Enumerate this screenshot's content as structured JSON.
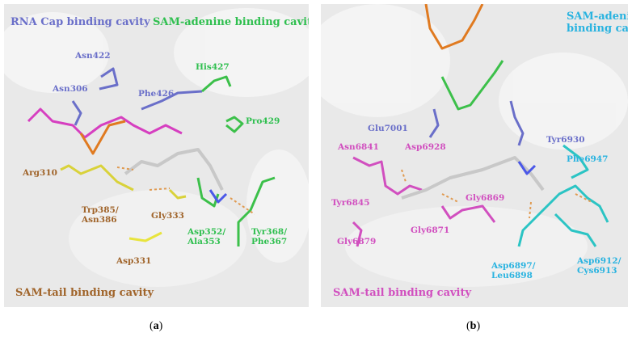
{
  "colors": {
    "rna_cap": "#6a6fc9",
    "sam_adenine_a": "#2fbf4f",
    "sam_tail_a": "#a0642a",
    "sam_adenine_b": "#29b3e0",
    "sam_tail_b": "#d14fbf",
    "surface": "#e9e9e9",
    "ligand": "#c8c8c8"
  },
  "panel_a": {
    "caption_open": "(",
    "caption_letter": "a",
    "caption_close": ")",
    "regions": {
      "rna_cap": "RNA Cap binding cavity",
      "sam_adenine": "SAM-adenine binding cavity",
      "sam_tail": "SAM-tail binding cavity"
    },
    "residues": [
      "Asn422",
      "Asn306",
      "His427",
      "Phe426",
      "Pro429",
      "Arg310",
      "Trp385/",
      "Asn386",
      "Gly333",
      "Asp331",
      "Asp352/",
      "Ala353",
      "Tyr368/",
      "Phe367"
    ]
  },
  "panel_b": {
    "caption_open": "(",
    "caption_letter": "b",
    "caption_close": ")",
    "regions": {
      "sam_adenine_1": "SAM-adenine",
      "sam_adenine_2": "binding cavity",
      "sam_tail": "SAM-tail binding cavity"
    },
    "residues": [
      "Glu7001",
      "Tyr6930",
      "Asn6841",
      "Asp6928",
      "Phe6947",
      "Tyr6845",
      "Gly6869",
      "Gly6871",
      "Gly6879",
      "Asp6897/",
      "Leu6898",
      "Asp6912/",
      "Cys6913"
    ]
  }
}
